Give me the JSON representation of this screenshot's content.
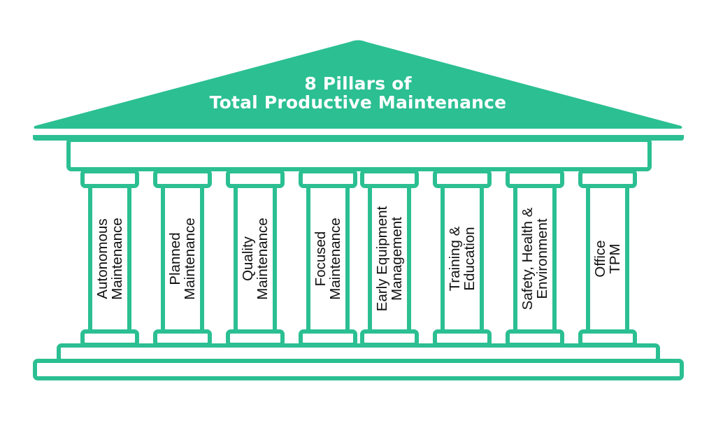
{
  "title": {
    "line1": "8 Pillars of",
    "line2": "Total Productive Maintenance"
  },
  "colors": {
    "accent": "#2bbf92",
    "text_on_accent": "#ffffff",
    "label_text": "#111111",
    "background": "#ffffff"
  },
  "pillars": [
    {
      "line1": "Autonomous",
      "line2": "Maintenance"
    },
    {
      "line1": "Planned",
      "line2": "Maintenance"
    },
    {
      "line1": "Quality",
      "line2": "Maintenance"
    },
    {
      "line1": "Focused",
      "line2": "Maintenance"
    },
    {
      "line1": "Early Equipment",
      "line2": "Management"
    },
    {
      "line1": "Training &",
      "line2": "Education"
    },
    {
      "line1": "Safety, Health &",
      "line2": "Environment"
    },
    {
      "line1": "Office",
      "line2": "TPM"
    }
  ]
}
